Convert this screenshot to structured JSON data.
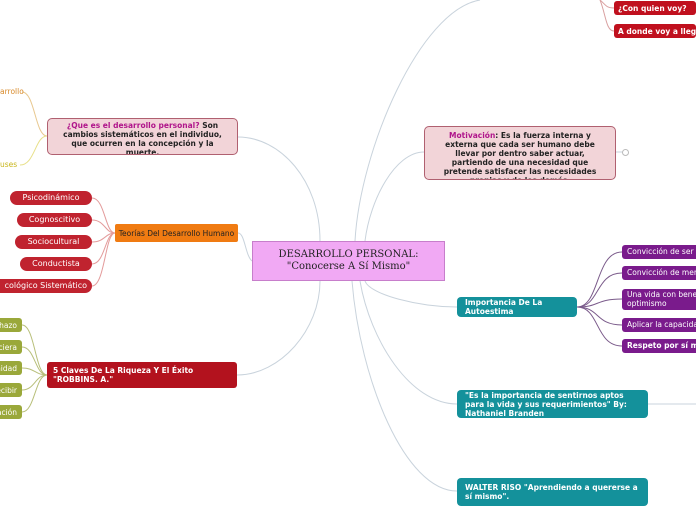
{
  "center": {
    "line1": "DESARROLLO PERSONAL:",
    "line2": "\"Conocerse A Sí Mismo\""
  },
  "top_right": {
    "con_quien": "¿Con quien voy?",
    "a_donde": "A donde voy a llegor"
  },
  "definicion": {
    "question": "¿Que es el desarrollo personal?",
    "answer": " Son cambios sistemáticos en el individuo, que ocurren en la concepción y la muerte."
  },
  "left_edge": {
    "arrollo": "arrollo",
    "uses": "uses"
  },
  "motivacion": {
    "title": "Motivación",
    "text": ": Es la fuerza interna y externa que cada  ser humano debe llevar por dentro saber actuar, partiendo de una necesidad que pretende satisfacer las necesidades propias y de los demás."
  },
  "teorias": {
    "label": "Teorías Del Desarrollo Humano",
    "items": [
      "Psicodinámico",
      "Cognoscitivo",
      "Sociocultural",
      "Conductista",
      "cológico Sistemático"
    ]
  },
  "autoestima": {
    "label": "Importancia De La Autoestima",
    "items": [
      "Convicción de ser co",
      "Convicción de merec",
      "Una vida con benev optimismo",
      "Aplicar la capacidad",
      "Respeto por sí mis"
    ]
  },
  "claves": {
    "label": "5 Claves De La Riqueza Y El Éxito \"ROBBINS. A.\"",
    "items": [
      "chazo",
      "nciera",
      "nidad",
      "ecibir",
      "ración"
    ]
  },
  "branden": {
    "label": "\"Es la importancia de sentirnos aptos para la vida y sus requerimientos\" By: Nathaniel Branden"
  },
  "riso": {
    "label": "WALTER RISO \"Aprendiendo a quererse a sí mismo\"."
  },
  "colors": {
    "link": "#c9d3dc",
    "teorias_link": "#e39b9b",
    "claves_link": "#b8bf7a",
    "autoestima_link": "#7a5a8a",
    "teal": "#14919b"
  }
}
